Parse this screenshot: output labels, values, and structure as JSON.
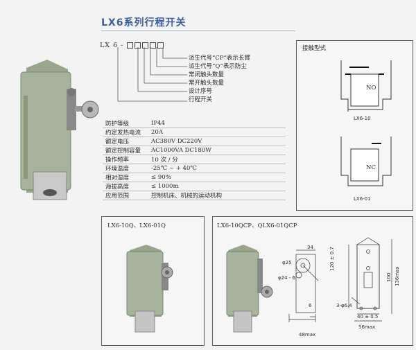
{
  "title": "LX6系列行程开关",
  "model_code": {
    "prefix": "LX 6 -",
    "legend": [
      "派生代号“CP”表示长臂",
      "派生代号“Q”表示防尘",
      "常闭触头数量",
      "常开触头数量",
      "设计序号",
      "行程开关"
    ]
  },
  "specs": [
    {
      "label": "防护等级",
      "value": "IP44"
    },
    {
      "label": "约定发热电流",
      "value": "20A"
    },
    {
      "label": "额定电压",
      "value": "AC380V    DC220V"
    },
    {
      "label": "额定控制容量",
      "value": "AC1000VA   DC180W"
    },
    {
      "label": "操作频率",
      "value": "10 次 / 分"
    },
    {
      "label": "环境温度",
      "value": "-25℃ ~ + 40℃"
    },
    {
      "label": "相对湿度",
      "value": "≤ 90%"
    },
    {
      "label": "海拔高度",
      "value": "≤ 1000m"
    },
    {
      "label": "应用范围",
      "value": "控制机床、机械的运动机构"
    }
  ],
  "contact_panel": {
    "title": "接触型式",
    "types": [
      {
        "label": "NO",
        "model": "LX6-10"
      },
      {
        "label": "NC",
        "model": "LX6-01"
      }
    ]
  },
  "bottom_left": {
    "caption": "LX6-10Q、LX6-01Q"
  },
  "bottom_right": {
    "caption": "LX6-10QCP、QLX6-01QCP",
    "dims": {
      "d34": "34",
      "phi25": "φ25",
      "phi24": "φ24 - 6",
      "d6": "6",
      "d48": "48max",
      "d120": "120 ± 0.7",
      "d136": "136max",
      "d3phi": "3-φ6.4",
      "d40": "40 ± 0.5",
      "d56": "56max",
      "d100": "100"
    }
  }
}
